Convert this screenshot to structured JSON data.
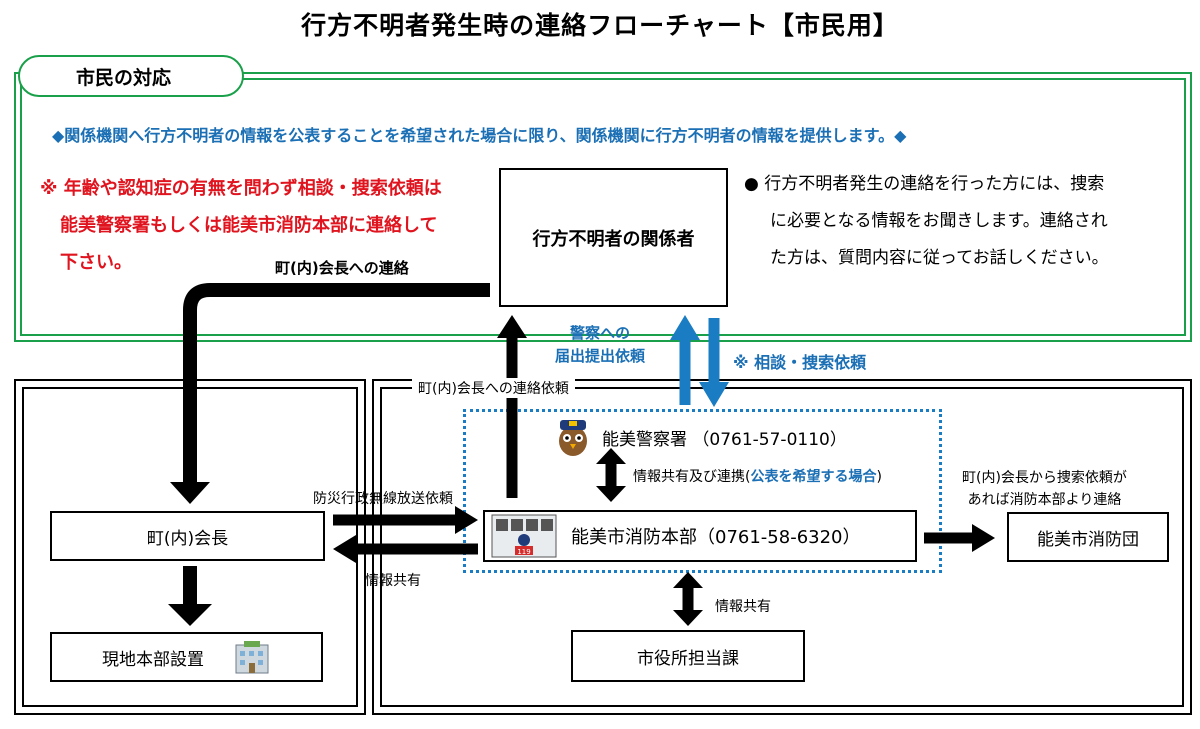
{
  "title": "行方不明者発生時の連絡フローチャート【市民用】",
  "section_label": "市民の対応",
  "notice": "◆関係機関へ行方不明者の情報を公表することを希望された場合に限り、関係機関に行方不明者の情報を提供します。◆",
  "warning": {
    "line1": "※ 年齢や認知症の有無を問わず相談・捜索依頼は",
    "line2": "能美警察署もしくは能美市消防本部に連絡して",
    "line3": "下さい。"
  },
  "info_bullet": {
    "line1": "●  行方不明者発生の連絡を行った方には、捜索",
    "line2": "に必要となる情報をお聞きします。連絡され",
    "line3": "た方は、質問内容に従ってお話しください。"
  },
  "nodes": {
    "party": "行方不明者の関係者",
    "chokai": "町(内)会長",
    "genchi": "現地本部設置",
    "police": "能美警察署 （0761-57-0110）",
    "fire": "能美市消防本部（0761-58-6320）",
    "shobodan": "能美市消防団",
    "city": "市役所担当課"
  },
  "edge_labels": {
    "to_chokai": "町(内)会長への連絡",
    "police_report_1": "警察への",
    "police_report_2": "届出提出依頼",
    "consult": "※ 相談・捜索依頼",
    "chokai_request": "町(内)会長への連絡依頼",
    "broadcast": "防災行政無線放送依頼",
    "share1": "情報共有",
    "share_police": "情報共有及び連携(",
    "share_police_blue": "公表を希望する場合",
    "share_police_end": ")",
    "share_city": "情報共有",
    "shobodan_note1": "町(内)会長から捜索依頼が",
    "shobodan_note2": "あれば消防本部より連絡"
  },
  "icons": [
    "police-mascot-icon",
    "fire-station-icon",
    "building-icon"
  ],
  "colors": {
    "green": "#1aa04a",
    "blue": "#1a6fb5",
    "red": "#e0141e"
  }
}
